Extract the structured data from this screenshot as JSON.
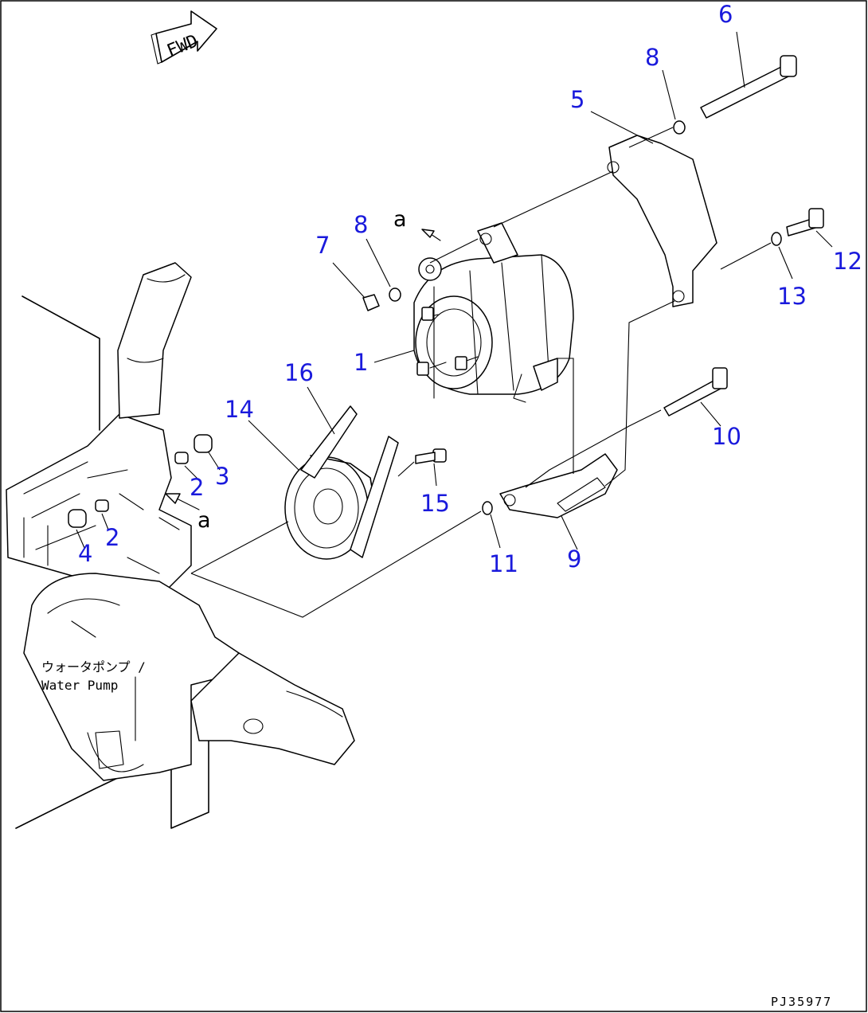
{
  "forward_arrow": {
    "label": "FWD"
  },
  "callouts": [
    "1",
    "2",
    "2",
    "3",
    "4",
    "5",
    "6",
    "7",
    "8",
    "8",
    "9",
    "10",
    "11",
    "12",
    "13",
    "14",
    "15",
    "16"
  ],
  "view_refs": [
    "a",
    "a"
  ],
  "water_pump_label": {
    "jp": "ウォータポンプ /",
    "en": "Water Pump"
  },
  "drawing_code": "PJ35977",
  "colors": {
    "callout": "#1a1adc",
    "line": "#000000",
    "background": "#ffffff"
  }
}
